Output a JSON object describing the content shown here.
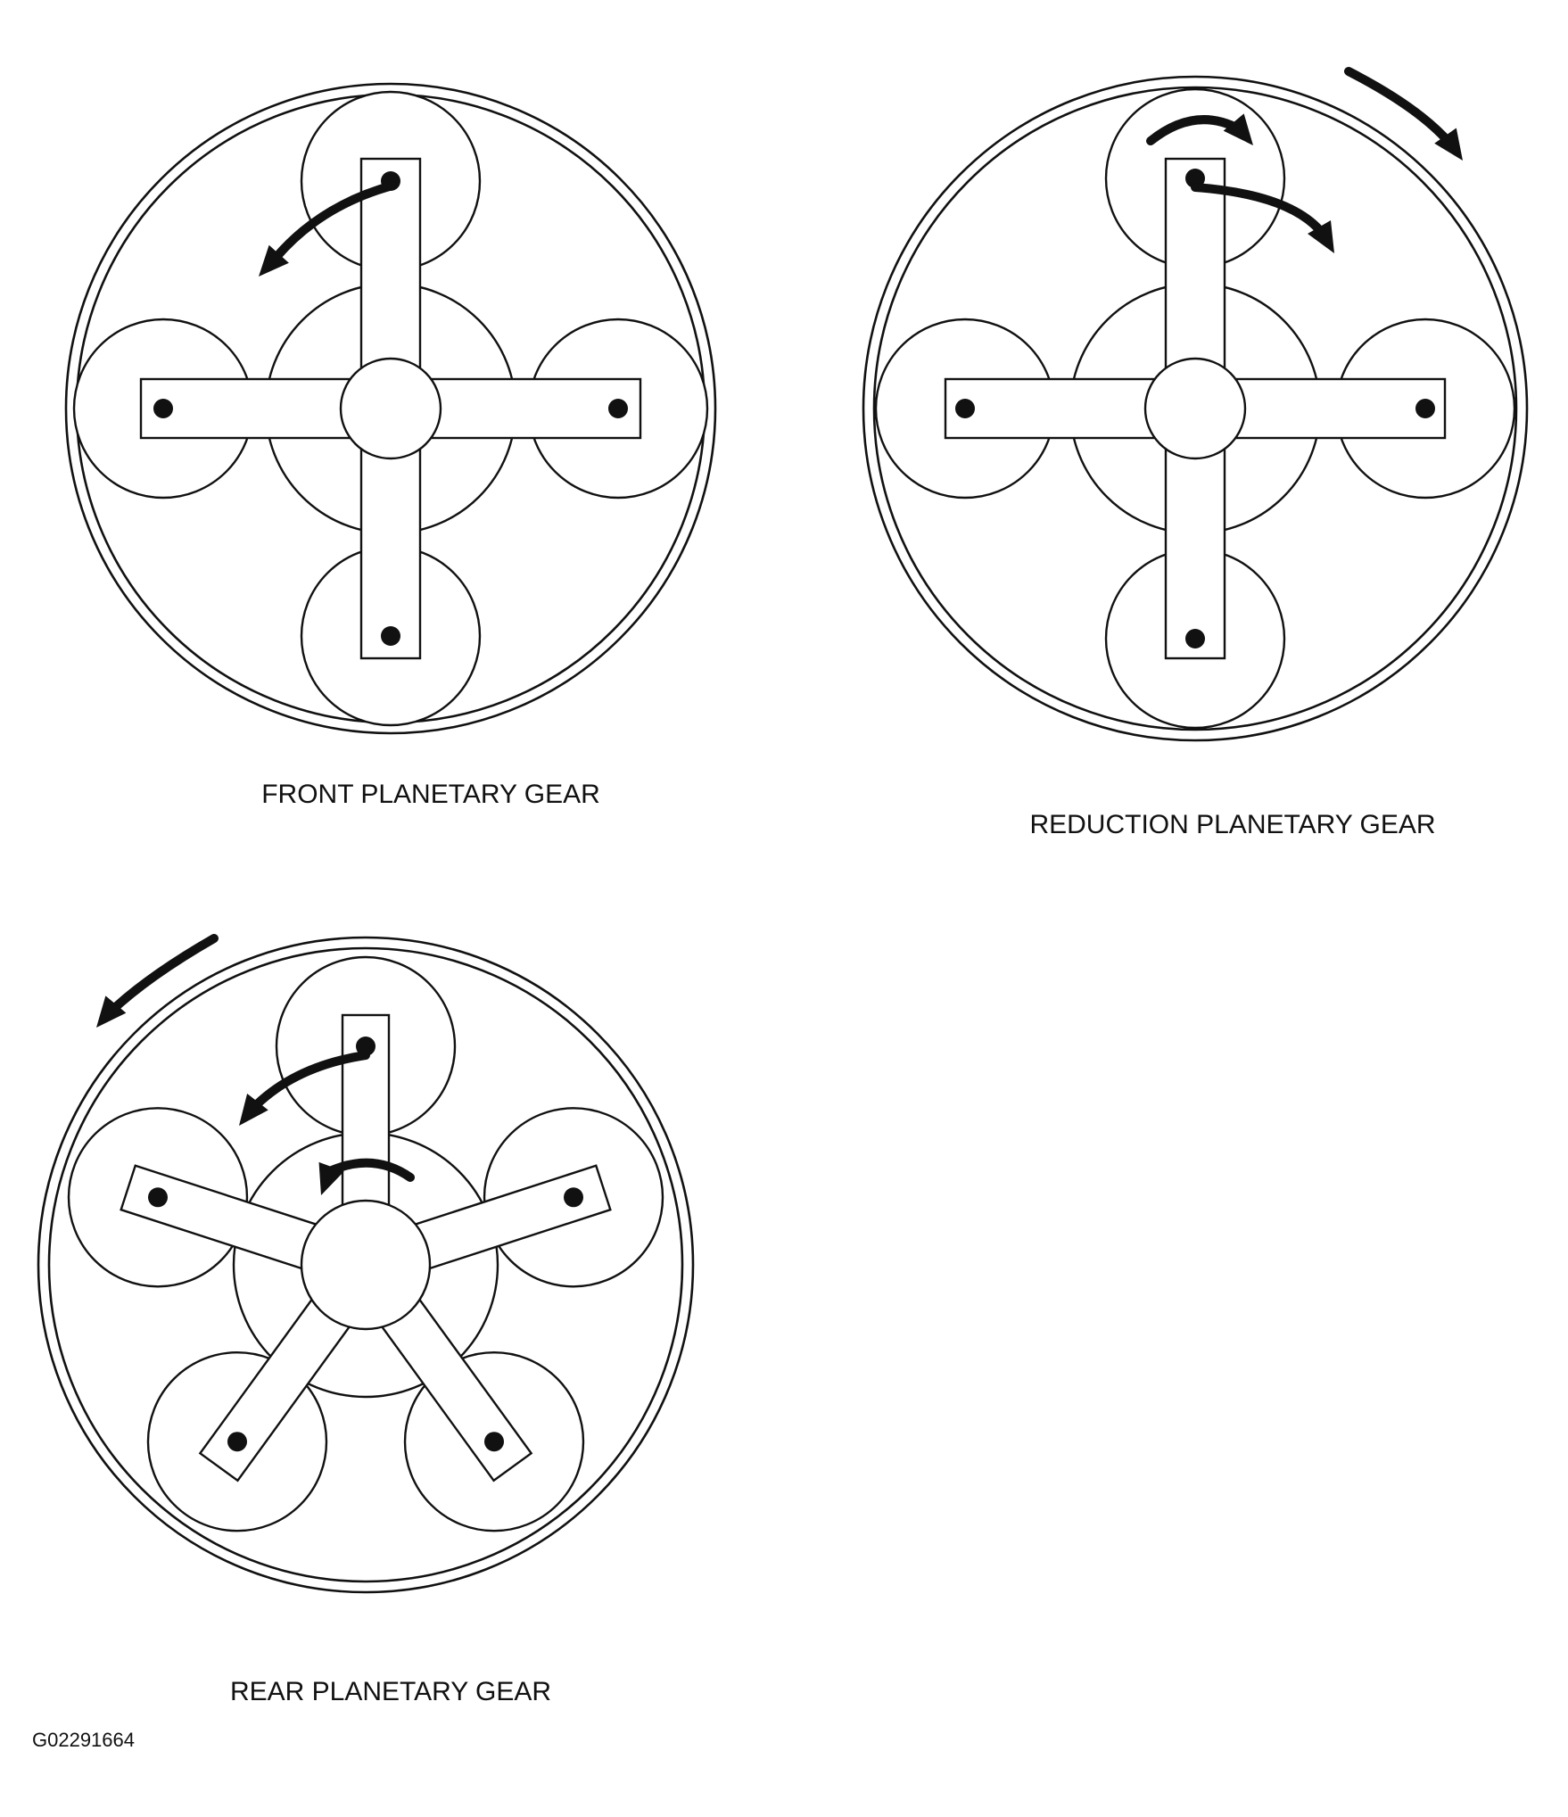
{
  "diagrams": [
    {
      "caption": "FRONT PLANETARY GEAR"
    },
    {
      "caption": "REDUCTION PLANETARY GEAR"
    },
    {
      "caption": "REAR PLANETARY GEAR"
    }
  ],
  "figure_id": "G02291664",
  "colors": {
    "line": "#111111",
    "background": "#ffffff"
  }
}
